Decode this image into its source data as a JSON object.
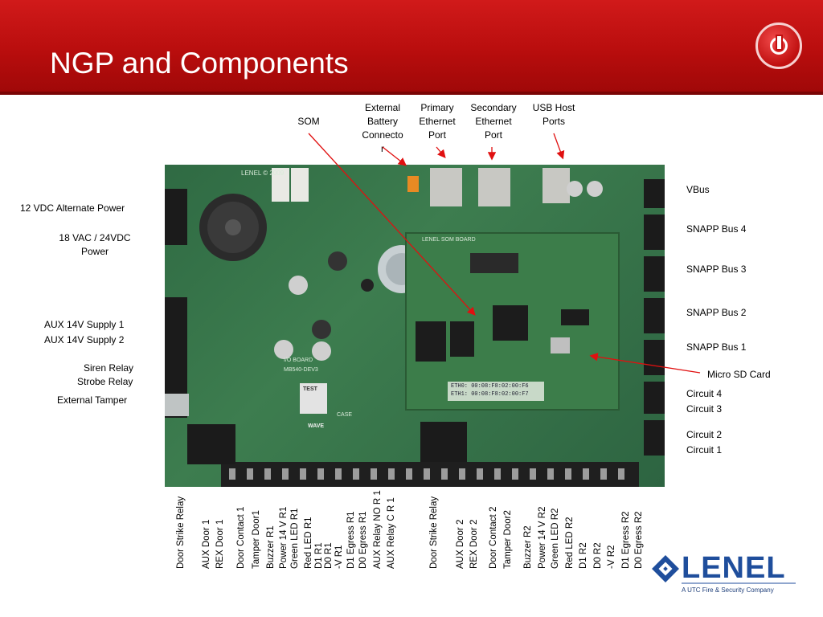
{
  "slide": {
    "title": "NGP and Components"
  },
  "top_labels": {
    "som": "SOM",
    "external_battery": [
      "External",
      "Battery",
      "Connecto",
      "r"
    ],
    "primary_ethernet": [
      "Primary",
      "Ethernet",
      "Port"
    ],
    "secondary_ethernet": [
      "Secondary",
      "Ethernet",
      "Port"
    ],
    "usb_host": [
      "USB Host",
      "Ports"
    ]
  },
  "left_labels": {
    "alt_power": "12 VDC Alternate Power",
    "ac_power": [
      "18 VAC / 24VDC",
      "Power"
    ],
    "aux_supply_1": "AUX  14V Supply 1",
    "aux_supply_2": "AUX 14V  Supply 2",
    "siren_relay": "Siren Relay",
    "strobe_relay": "Strobe Relay",
    "external_tamper": "External Tamper"
  },
  "right_labels": {
    "vbus": "VBus",
    "snapp4": "SNAPP Bus 4",
    "snapp3": "SNAPP Bus 3",
    "snapp2": "SNAPP Bus 2",
    "snapp1": "SNAPP Bus 1",
    "micro_sd": "Micro SD Card",
    "circuit4": "Circuit 4",
    "circuit3": "Circuit 3",
    "circuit2": "Circuit 2",
    "circuit1": "Circuit 1"
  },
  "board_silkscreen": {
    "lenel": "LENEL © 2009",
    "som_board": "LENEL SOM BOARD",
    "io_board": "I/O BOARD",
    "io_board_num": "MB540-DEV3",
    "test": "TEST",
    "wave": "WAVE",
    "eth0": "ETH0: 00:08:F8:02:00:F6",
    "eth1": "ETH1: 00:08:F8:02:00:F7",
    "case": "CASE"
  },
  "bottom_labels": [
    "Door Strike Relay",
    "AUX  Door 1",
    "REX Door 1",
    "Door Contact 1",
    "Tamper Door1",
    "Buzzer R1",
    "Power 14 V R1",
    "Green LED R1",
    "Red LED R1",
    "D1  R1",
    "D0 R1",
    "-V  R1",
    "D1 Egress  R1",
    "D0  Egress R1",
    "AUX Relay NO R 1",
    "AUX Relay C R 1",
    "Door Strike Relay",
    "AUX  Door 2",
    "REX Door 2",
    "Door Contact 2",
    "Tamper Door2",
    "Buzzer R2",
    "Power 14 V R2",
    "Green LED R2",
    "Red LED R2",
    "D1  R2",
    "D0 R2",
    "-V R2",
    "D1 Egress  R2",
    "D0  Egress R2"
  ],
  "logo": {
    "name": "LENEL",
    "tagline": "A UTC Fire & Security Company"
  },
  "colors": {
    "header": "#b80d0d",
    "pcb": "#3d7d4f",
    "arrow": "#e01010",
    "brand": "#1f4e9c"
  }
}
